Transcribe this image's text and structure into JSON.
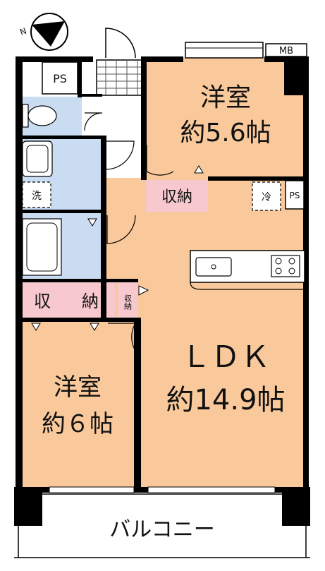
{
  "labels": {
    "ps_top": "PS",
    "mb": "MB",
    "ps_right": "PS",
    "bedroom1_name": "洋室",
    "bedroom1_size": "約5.6帖",
    "storage_closet1": "収納",
    "washer": "洗",
    "fridge": "冷",
    "storage_left": "収",
    "storage_mid": "納",
    "storage_small": "収納",
    "ldk_name": "ＬＤＫ",
    "ldk_size": "約14.9帖",
    "bedroom2_name": "洋室",
    "bedroom2_size": "約６帖",
    "balcony": "バルコニー"
  },
  "colors": {
    "room_fill": "#f9c99b",
    "wet_area_fill": "#c9dcf2",
    "storage_fill": "#f7c8ce",
    "wall": "#000000",
    "hatch": "#555555"
  },
  "icons": [
    "compass-icon",
    "toilet-icon",
    "washbasin-icon",
    "bathtub-icon",
    "kitchen-sink-icon",
    "stove-icon"
  ]
}
